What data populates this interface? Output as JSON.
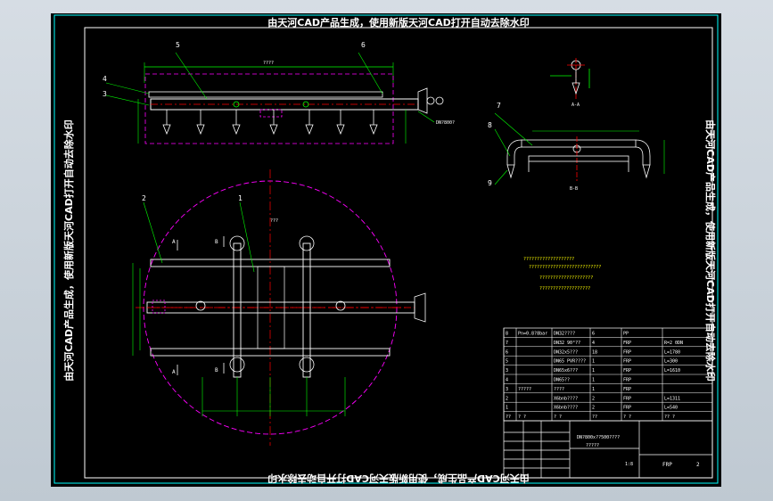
{
  "watermark": {
    "top": "由天河CAD产品生成，使用新版天河CAD打开自动去除水印",
    "bottom": "由天河CAD产品生成，使用新版天河CAD打开自动去除水印",
    "left": "由天河CAD产品生成，使用新版天河CAD打开自动去除水印",
    "right": "由天河CAD产品生成，使用新版天河CAD打开自动去除水印"
  },
  "callouts": {
    "n1": "1",
    "n2": "2",
    "n3": "3",
    "n4": "4",
    "n5": "5",
    "n6": "6",
    "n7": "7",
    "n8": "8",
    "n9": "9"
  },
  "section_labels": {
    "a_a": "A-A",
    "b_b": "B-B",
    "a_top": "A",
    "a_bot": "A",
    "b_top": "B",
    "b_bot": "B"
  },
  "notes": {
    "line1": "???????????????????",
    "line2": "???????????????????????????",
    "line3": "????????????????????",
    "line4": "???????????????????"
  },
  "bom": {
    "rows": [
      {
        "no": "8",
        "name": "Pn=0.8?8bar",
        "spec": "DN32????",
        "qty": "6",
        "mat": "PP",
        "note": ""
      },
      {
        "no": "7",
        "name": "",
        "spec": "DN32 90°??",
        "qty": "4",
        "mat": "FRP",
        "note": "R=2 0DN"
      },
      {
        "no": "6",
        "name": "",
        "spec": "DN32x5???",
        "qty": "18",
        "mat": "FRP",
        "note": "L=1780"
      },
      {
        "no": "5",
        "name": "",
        "spec": "DN65 PVR????",
        "qty": "1",
        "mat": "FRP",
        "note": "L=300"
      },
      {
        "no": "3",
        "name": "",
        "spec": "DN65x6???",
        "qty": "1",
        "mat": "FRP",
        "note": "L=1610"
      },
      {
        "no": "4",
        "name": "",
        "spec": "DN65??",
        "qty": "1",
        "mat": "FRP",
        "note": ""
      },
      {
        "no": "3",
        "name": "?????",
        "spec": "????",
        "qty": "1",
        "mat": "FRP",
        "note": ""
      },
      {
        "no": "2",
        "name": "",
        "spec": "X6bnb????",
        "qty": "2",
        "mat": "FRP",
        "note": "L=1311"
      },
      {
        "no": "1",
        "name": "",
        "spec": "X6bnb????",
        "qty": "2",
        "mat": "FRP",
        "note": "L=540"
      },
      {
        "no": "??",
        "name": "?  ?",
        "spec": "?  ?",
        "qty": "??",
        "mat": "?  ?",
        "note": "?? ?"
      }
    ]
  },
  "title_block": {
    "drawing_no": "DN?800x??500????",
    "name": "?????",
    "material": "FRP",
    "sheet": "2",
    "scale": "1:8"
  },
  "dims": {
    "top_len": "????",
    "plan_len": "???",
    "section_w": "??",
    "flange": "DN?800?"
  }
}
